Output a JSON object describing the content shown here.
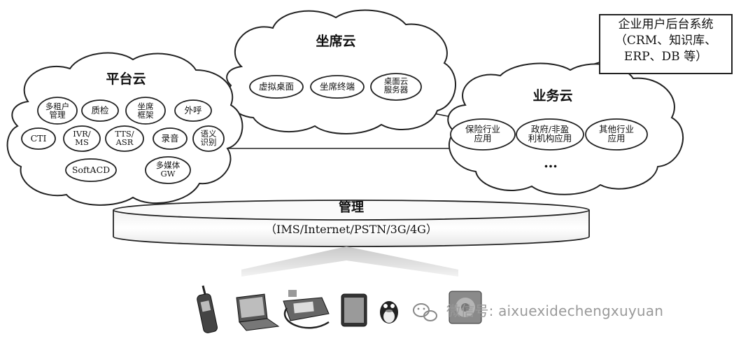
{
  "enterprise_box": {
    "line1": "企业用户后台系统",
    "line2": "（CRM、知识库、",
    "line3": "ERP、DB 等）"
  },
  "seat_cloud": {
    "title": "坐席云",
    "items": [
      "虚拟桌面",
      "坐席终端",
      "桌面云",
      "服务器"
    ]
  },
  "platform_cloud": {
    "title": "平台云",
    "items": {
      "tenant_1": "多租户",
      "tenant_2": "管理",
      "qc": "质检",
      "seat_fw_1": "坐席",
      "seat_fw_2": "框架",
      "outbound": "外呼",
      "cti": "CTI",
      "ivr_1": "IVR/",
      "ivr_2": "MS",
      "tts_1": "TTS/",
      "tts_2": "ASR",
      "record": "录音",
      "speech_1": "语义",
      "speech_2": "识别",
      "softacd": "SoftACD",
      "mm_1": "多媒体",
      "mm_2": "GW"
    }
  },
  "business_cloud": {
    "title": "业务云",
    "items": {
      "ins_1": "保险行业",
      "ins_2": "应用",
      "gov_1": "政府/非盈",
      "gov_2": "利机构应用",
      "other_1": "其他行业",
      "other_2": "应用",
      "more": "…"
    }
  },
  "management": {
    "title": "管理",
    "networks": "（IMS/Internet/PSTN/3G/4G）"
  },
  "devices": [
    "mobile-phone-icon",
    "laptop-icon",
    "desk-phone-icon",
    "tablet-icon",
    "qq-penguin-icon",
    "wechat-icon",
    "app-icon"
  ],
  "watermark": "微信号: aixuexidechengxuyuan"
}
